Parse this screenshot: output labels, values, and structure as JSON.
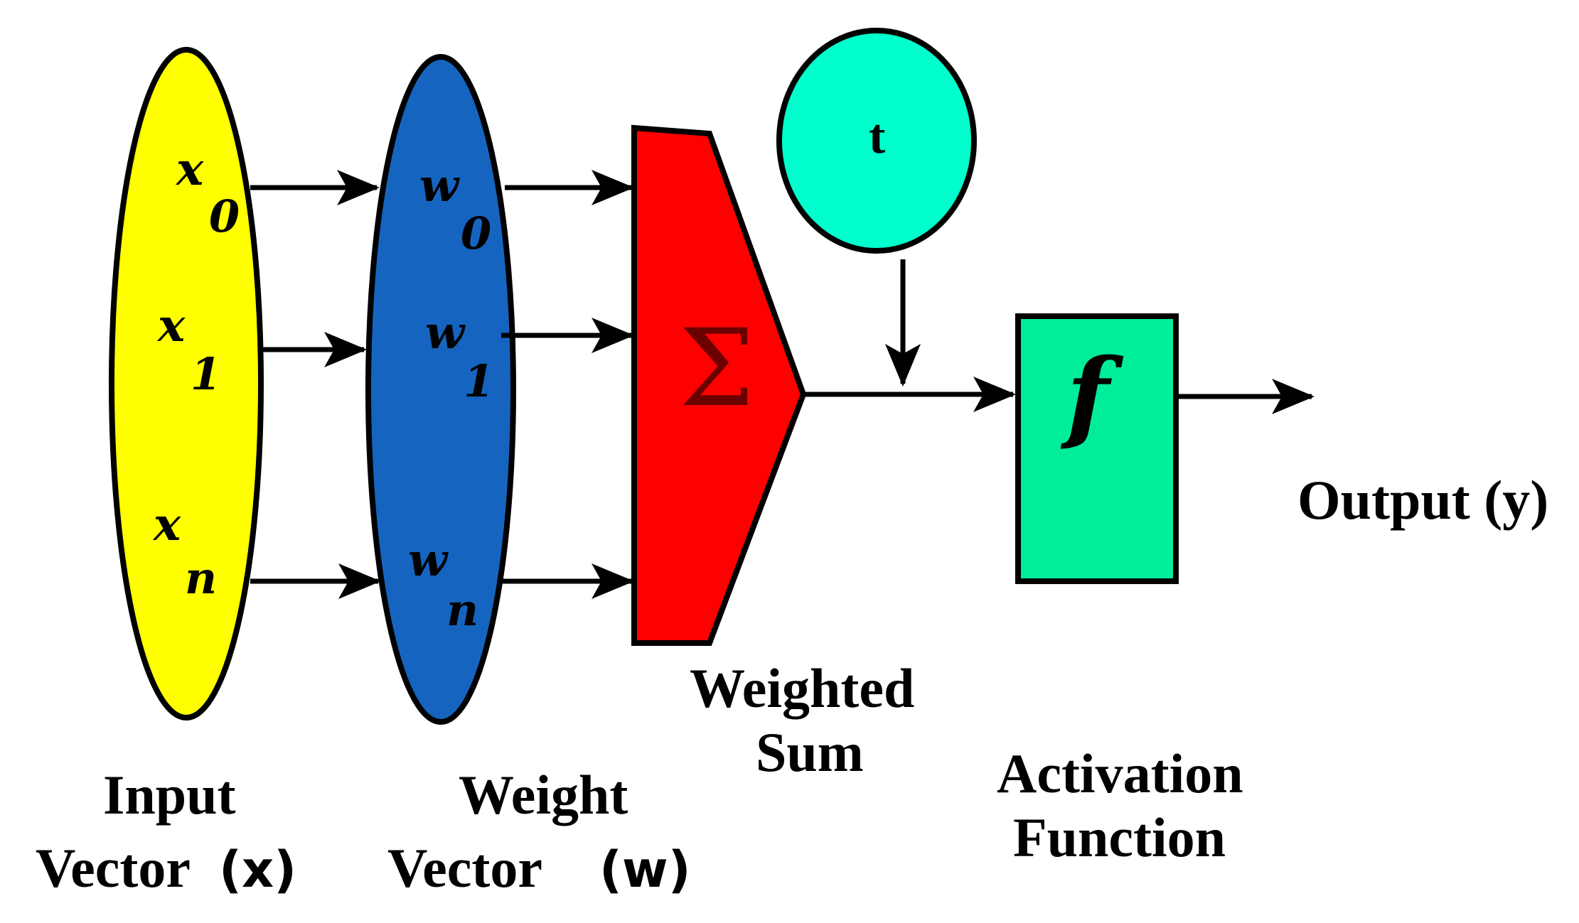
{
  "colors": {
    "input_vector": "#ffff00",
    "weight_vector": "#1565c0",
    "sum_block": "#ff0000",
    "threshold": "#00ffcc",
    "activation_box": "#00ee99",
    "outline": "#000000"
  },
  "input_vector": {
    "items": [
      {
        "var": "x",
        "sub": "0"
      },
      {
        "var": "x",
        "sub": "1"
      },
      {
        "var": "x",
        "sub": "n"
      }
    ],
    "caption_line1": "Input",
    "caption_line2": "Vector",
    "caption_symbol": "(x)"
  },
  "weight_vector": {
    "items": [
      {
        "var": "w",
        "sub": "0"
      },
      {
        "var": "w",
        "sub": "1"
      },
      {
        "var": "w",
        "sub": "n"
      }
    ],
    "caption_line1": "Weight",
    "caption_line2": "Vector",
    "caption_symbol": "(w)"
  },
  "weighted_sum": {
    "symbol": "Σ",
    "caption_line1": "Weighted",
    "caption_line2": "Sum"
  },
  "threshold": {
    "label": "t"
  },
  "activation": {
    "symbol": "f",
    "caption_line1": "Activation",
    "caption_line2": "Function"
  },
  "output": {
    "label": "Output  (y)"
  }
}
